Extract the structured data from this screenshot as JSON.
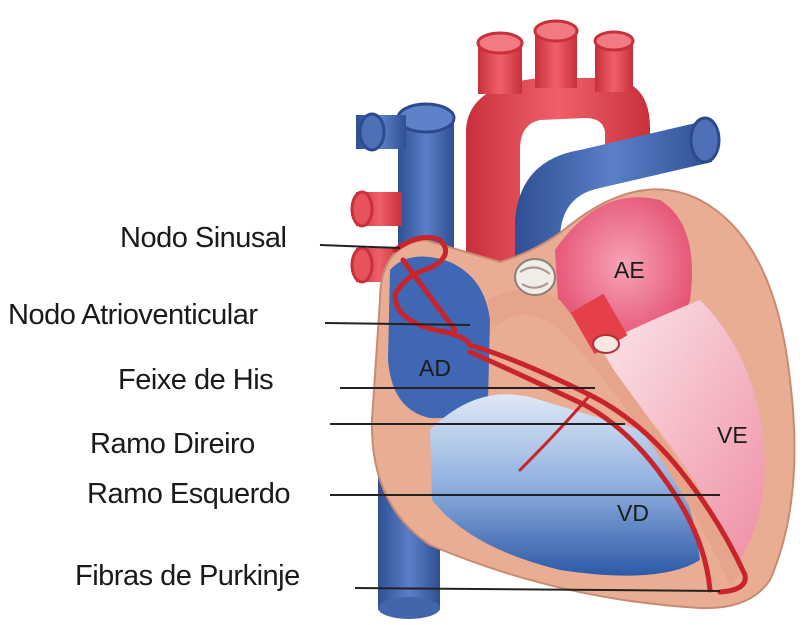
{
  "labels": {
    "sa_node": "Nodo Sinusal",
    "av_node": "Nodo Atrioventicular",
    "bundle_his": "Feixe de His",
    "right_branch": "Ramo Direiro",
    "left_branch": "Ramo Esquerdo",
    "purkinje": "Fibras de Purkinje"
  },
  "chambers": {
    "left_atrium": "AE",
    "right_atrium": "AD",
    "left_ventricle": "VE",
    "right_ventricle": "VD"
  },
  "colors": {
    "vessel_blue": "#3f63ad",
    "vessel_red": "#e0434e",
    "myocardium": "#e7a88f",
    "conduction_red": "#c9232c",
    "left_chamber_pink": "#e95a7a",
    "right_chamber_blue": "#3a62b0",
    "leader_line": "#222222"
  }
}
